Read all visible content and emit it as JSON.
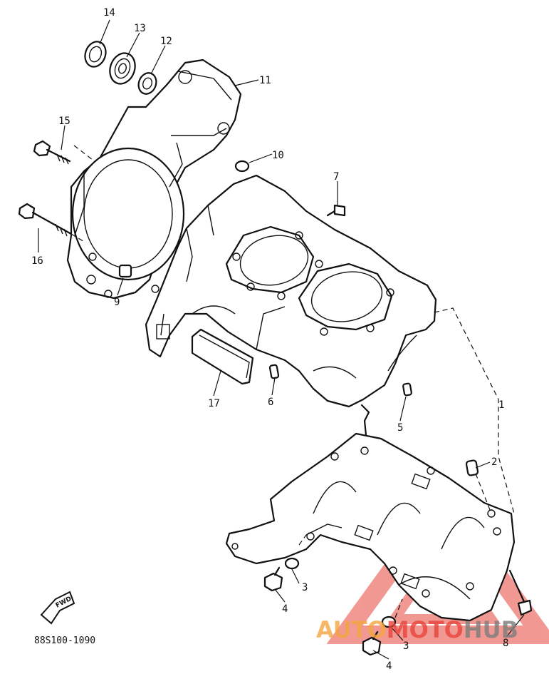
{
  "diagram": {
    "part_number": "88S100-1090",
    "fwd_label": "FWD",
    "callouts": [
      {
        "id": "1",
        "label": "1"
      },
      {
        "id": "2",
        "label": "2"
      },
      {
        "id": "3a",
        "label": "3"
      },
      {
        "id": "3b",
        "label": "3"
      },
      {
        "id": "4a",
        "label": "4"
      },
      {
        "id": "4b",
        "label": "4"
      },
      {
        "id": "5",
        "label": "5"
      },
      {
        "id": "6",
        "label": "6"
      },
      {
        "id": "7",
        "label": "7"
      },
      {
        "id": "8",
        "label": "8"
      },
      {
        "id": "9",
        "label": "9"
      },
      {
        "id": "10",
        "label": "10"
      },
      {
        "id": "11",
        "label": "11"
      },
      {
        "id": "12",
        "label": "12"
      },
      {
        "id": "13",
        "label": "13"
      },
      {
        "id": "14",
        "label": "14"
      },
      {
        "id": "15",
        "label": "15"
      },
      {
        "id": "16",
        "label": "16"
      },
      {
        "id": "17",
        "label": "17"
      }
    ]
  },
  "watermark": {
    "part1": "AUTO",
    "part2": "MOTO",
    "part3": "HUB",
    "colors": {
      "orange": "#f4a640",
      "red": "#e8453c",
      "gray": "#7d7d7d"
    }
  }
}
